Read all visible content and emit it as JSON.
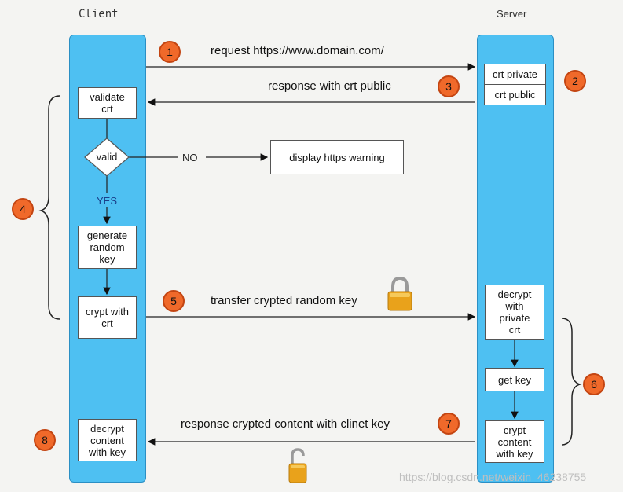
{
  "lanes": {
    "client": "Client",
    "server": "Server"
  },
  "boxes": {
    "validate_crt": "validate\ncrt",
    "valid": "valid",
    "display_warning": "display https warning",
    "generate_key": "generate\nrandom\nkey",
    "crypt_with_crt": "crypt with\ncrt",
    "decrypt_content": "decrypt\ncontent\nwith key",
    "crt_private": "crt private",
    "crt_public": "crt public",
    "decrypt_private": "decrypt\nwith\nprivate\ncrt",
    "get_key": "get key",
    "crypt_content": "crypt\ncontent\nwith key"
  },
  "labels": {
    "no": "NO",
    "yes": "YES"
  },
  "messages": {
    "m1": "request https://www.domain.com/",
    "m3": "response with crt public",
    "m5": "transfer crypted random key",
    "m7": "response crypted content with clinet key"
  },
  "badges": [
    "1",
    "2",
    "3",
    "4",
    "5",
    "6",
    "7",
    "8"
  ],
  "watermark": "https://blog.csdn.net/weixin_46238755",
  "colors": {
    "lane": "#4ec0f2",
    "badge": "#f0692a",
    "lock": "#e9a21b"
  }
}
